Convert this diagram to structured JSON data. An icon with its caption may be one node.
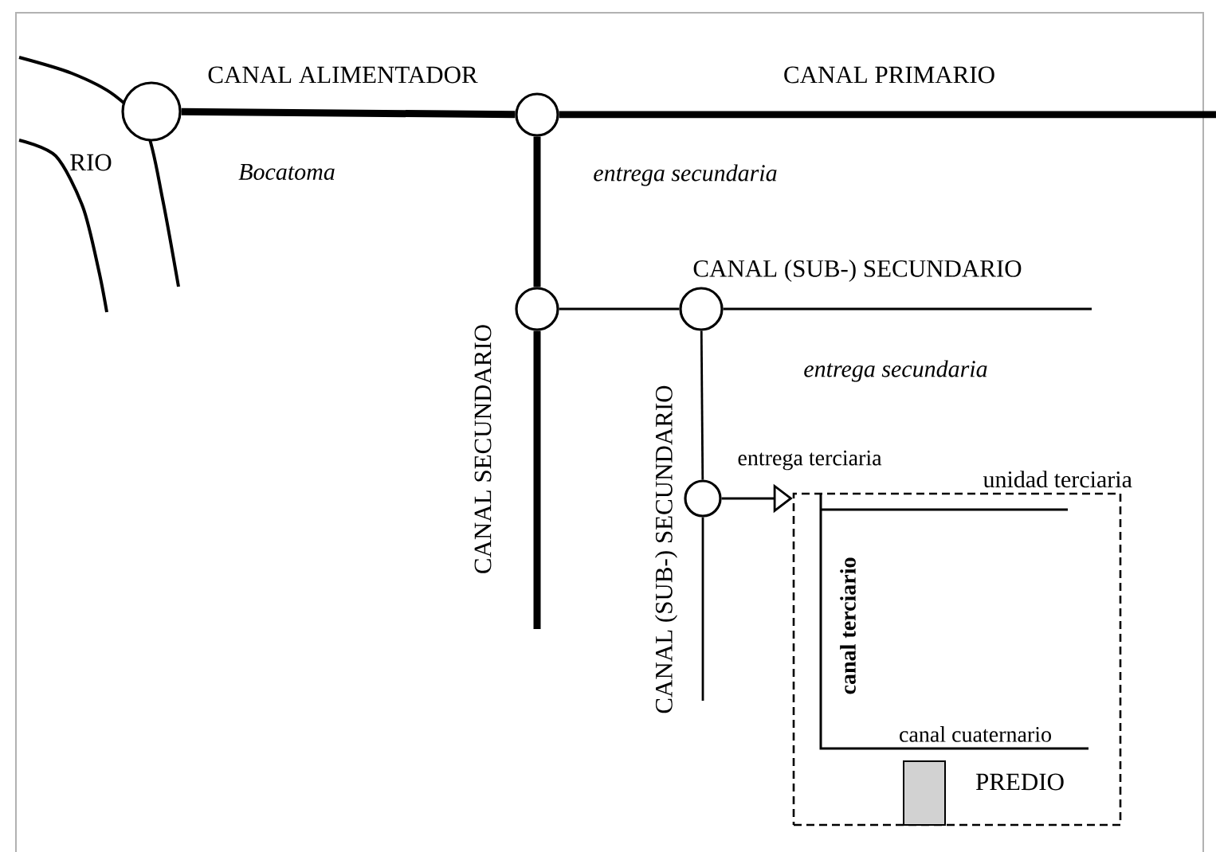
{
  "diagram": {
    "nodes": [
      {
        "text": [],
        "shape": "circle",
        "beside": [
          "Bocatoma"
        ]
      },
      {
        "text": [],
        "shape": "circle",
        "beside": [
          "entrega secundaria"
        ]
      },
      {
        "text": [],
        "shape": "circle"
      },
      {
        "text": [],
        "shape": "circle",
        "beside": [
          "entrega secundaria"
        ]
      },
      {
        "text": [],
        "shape": "circle"
      },
      {
        "text": [
          "unidad terciaria"
        ]
      },
      {
        "text": [],
        "shape": "box",
        "in": 5
      }
    ],
    "edges": [
      {
        "from": 0,
        "to": 1,
        "arrow": "none",
        "label": "CANAL ALIMENTADOR",
        "style": "thick"
      },
      {
        "from": 1,
        "to": null,
        "arrow": "none",
        "label": "CANAL PRIMARIO",
        "style": "thick"
      },
      {
        "from": 1,
        "to": 2,
        "arrow": "none",
        "style": "thick"
      },
      {
        "from": 2,
        "to": null,
        "arrow": "none",
        "label": "CANAL SECUNDARIO",
        "style": "thick"
      },
      {
        "from": 2,
        "to": 3,
        "arrow": "none"
      },
      {
        "from": 3,
        "to": null,
        "arrow": "none",
        "label": "CANAL (SUB-) SECUNDARIO"
      },
      {
        "from": 3,
        "to": 4,
        "arrow": "none"
      },
      {
        "from": 4,
        "to": null,
        "arrow": "none",
        "label": "CANAL (SUB-) SECUNDARIO"
      },
      {
        "from": 4,
        "to": 5,
        "arrow": "to",
        "label": "entrega terciaria"
      }
    ],
    "labels": [
      "RIO",
      "canal terciario",
      "canal cuaternario",
      "PREDIO"
    ]
  }
}
